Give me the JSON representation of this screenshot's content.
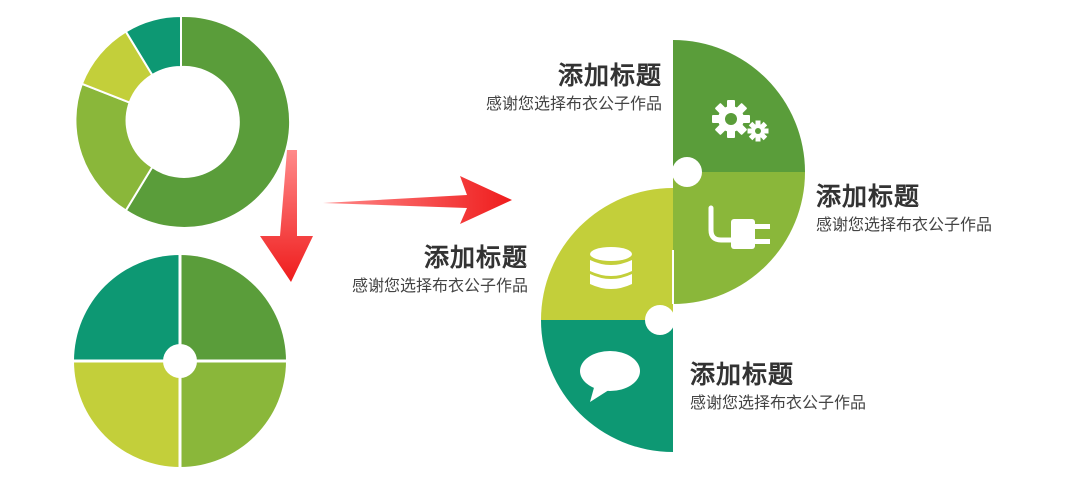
{
  "colors": {
    "dark_green": "#5a9d3a",
    "mid_green": "#8ab73a",
    "light_green": "#c3cf3a",
    "teal": "#0d9873",
    "arrow_red": "#ef1c1c"
  },
  "icons": [
    "gears-icon",
    "plug-icon",
    "database-icon",
    "speech-bubble-icon"
  ],
  "labels": [
    {
      "title": "添加标题",
      "desc": "感谢您选择布衣公子作品"
    },
    {
      "title": "添加标题",
      "desc": "感谢您选择布衣公子作品"
    },
    {
      "title": "添加标题",
      "desc": "感谢您选择布衣公子作品"
    },
    {
      "title": "添加标题",
      "desc": "感谢您选择布衣公子作品"
    }
  ]
}
